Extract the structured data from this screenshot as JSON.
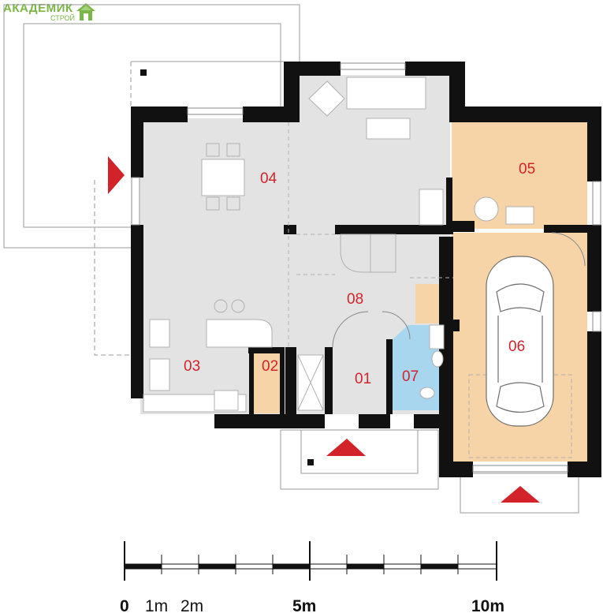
{
  "logo": {
    "name": "АКАДЕМИК",
    "sub": "СТРОЙ"
  },
  "rooms": [
    {
      "id": "04",
      "label": "04"
    },
    {
      "id": "05",
      "label": "05"
    },
    {
      "id": "08",
      "label": "08"
    },
    {
      "id": "06",
      "label": "06"
    },
    {
      "id": "03",
      "label": "03"
    },
    {
      "id": "02",
      "label": "02"
    },
    {
      "id": "01",
      "label": "01"
    },
    {
      "id": "07",
      "label": "07"
    }
  ],
  "scale": {
    "labels": [
      "0",
      "1m",
      "2m",
      "5m",
      "10m"
    ]
  },
  "colors": {
    "wall": "#111111",
    "floor": "#e3e3e3",
    "garage_utility": "#f6d4a8",
    "bathroom": "#a9d6ef",
    "entrance_marker": "#d2232a",
    "logo": "#7ab648"
  },
  "icons": [
    "entrance-arrow-icon",
    "car-icon",
    "logo-house-icon"
  ]
}
